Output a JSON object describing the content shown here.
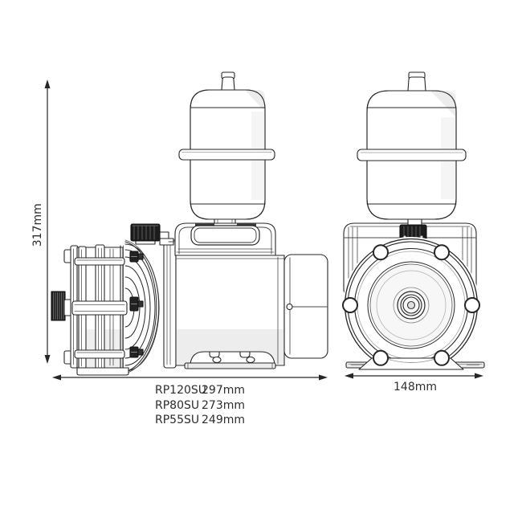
{
  "drawing": {
    "dimension_labels": {
      "overall_height": "317mm",
      "front_width": "148mm"
    },
    "length_by_model": [
      {
        "model": "RP120SU",
        "length": "297mm"
      },
      {
        "model": "RP80SU",
        "length": "273mm"
      },
      {
        "model": "RP55SU",
        "length": "249mm"
      }
    ],
    "colors": {
      "background": "#ffffff",
      "line": "#262626",
      "detail_line": "#4a4a4a",
      "shade": "#ededed",
      "dark_fitting": "#1c1c1c",
      "text": "#2d2d2d"
    }
  }
}
